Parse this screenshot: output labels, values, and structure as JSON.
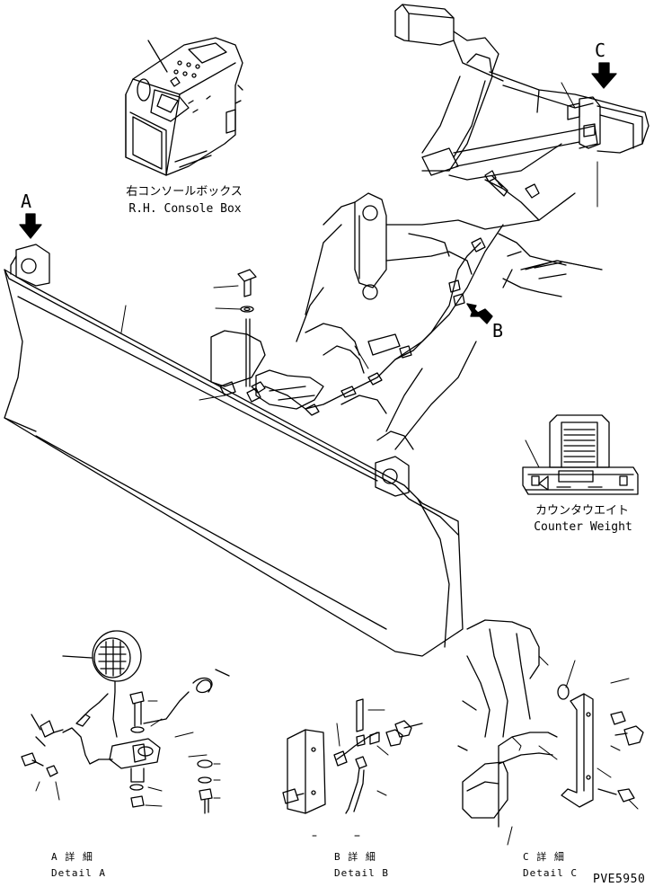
{
  "drawing_code": "PVE5950",
  "callouts": {
    "a": "A",
    "b": "B",
    "c": "C"
  },
  "console_box": {
    "jp": "右コンソールボックス",
    "en": "R.H. Console Box"
  },
  "counter_weight": {
    "jp": "カウンタウエイト",
    "en": "Counter Weight"
  },
  "details": {
    "a": {
      "jp": "A 詳 細",
      "en": "Detail A"
    },
    "b": {
      "jp": "B 詳 細",
      "en": "Detail B"
    },
    "c": {
      "jp": "C 詳 細",
      "en": "Detail C"
    }
  }
}
